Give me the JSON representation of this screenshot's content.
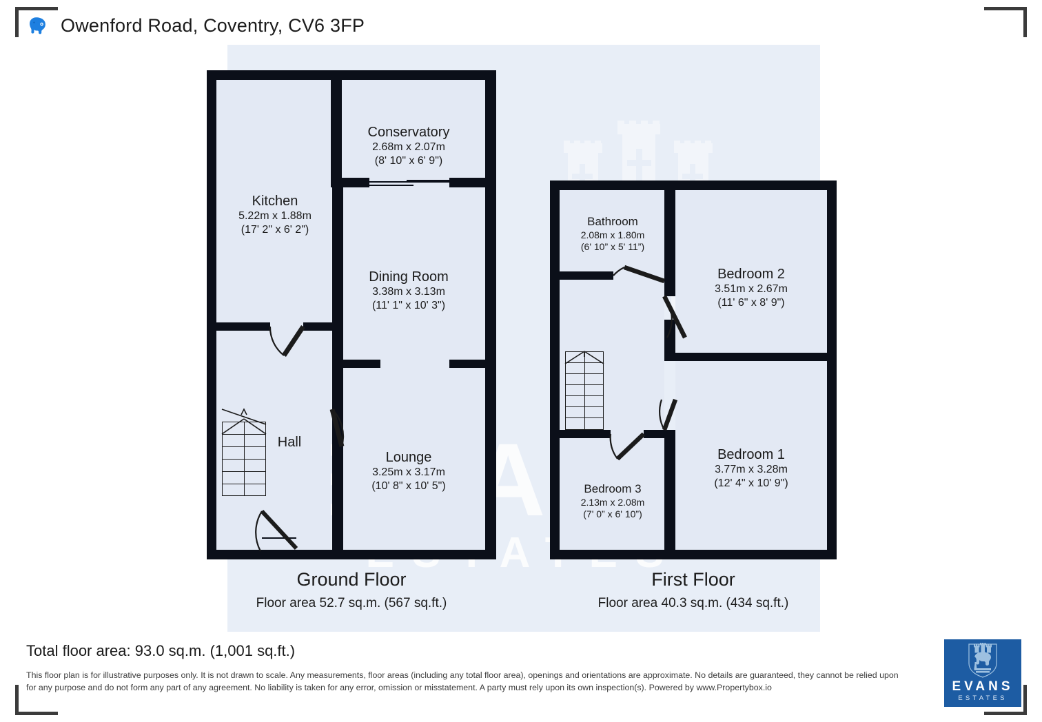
{
  "header": {
    "title": "Owenford Road, Coventry, CV6 3FP",
    "brand_icon": "elephant-icon"
  },
  "watermark": {
    "text": "EVANS",
    "subtext": "ESTATES"
  },
  "colors": {
    "panel": "#e8eef7",
    "room_fill": "#e3e9f4",
    "wall": "#0b0f19",
    "brand_blue": "#1d5ca3",
    "icon_blue": "#1d7fe0",
    "text": "#1b1b1b"
  },
  "floors": [
    {
      "id": "ground",
      "name": "Ground Floor",
      "area": "Floor area 52.7 sq.m. (567 sq.ft.)",
      "rooms": [
        {
          "name": "Kitchen",
          "metric": "5.22m x 1.88m",
          "imperial": "(17' 2\" x 6' 2\")"
        },
        {
          "name": "Conservatory",
          "metric": "2.68m x 2.07m",
          "imperial": "(8' 10\" x 6' 9\")"
        },
        {
          "name": "Dining Room",
          "metric": "3.38m x 3.13m",
          "imperial": "(11' 1\" x 10' 3\")"
        },
        {
          "name": "Hall",
          "metric": "",
          "imperial": ""
        },
        {
          "name": "Lounge",
          "metric": "3.25m x 3.17m",
          "imperial": "(10' 8\" x 10' 5\")"
        }
      ]
    },
    {
      "id": "first",
      "name": "First Floor",
      "area": "Floor area 40.3 sq.m. (434 sq.ft.)",
      "rooms": [
        {
          "name": "Bathroom",
          "metric": "2.08m x 1.80m",
          "imperial": "(6' 10” x 5' 11”)"
        },
        {
          "name": "Bedroom 2",
          "metric": "3.51m x 2.67m",
          "imperial": "(11' 6\" x 8' 9\")"
        },
        {
          "name": "Bedroom 1",
          "metric": "3.77m x 3.28m",
          "imperial": "(12' 4\" x 10' 9\")"
        },
        {
          "name": "Bedroom 3",
          "metric": "2.13m x 2.08m",
          "imperial": "(7' 0” x 6' 10”)"
        }
      ]
    }
  ],
  "footer": {
    "total": "Total floor area: 93.0 sq.m. (1,001 sq.ft.)",
    "disclaimer": "This floor plan is for illustrative purposes only. It is not drawn to scale. Any measurements, floor areas (including any total floor area), openings and orientations are approximate. No details are guaranteed, they cannot be relied upon for any purpose and do not form any part of any agreement. No liability is taken for any error, omission or misstatement. A party must rely upon its own inspection(s). Powered by www.Propertybox.io"
  },
  "logo": {
    "line1": "EVANS",
    "line2": "ESTATES"
  }
}
